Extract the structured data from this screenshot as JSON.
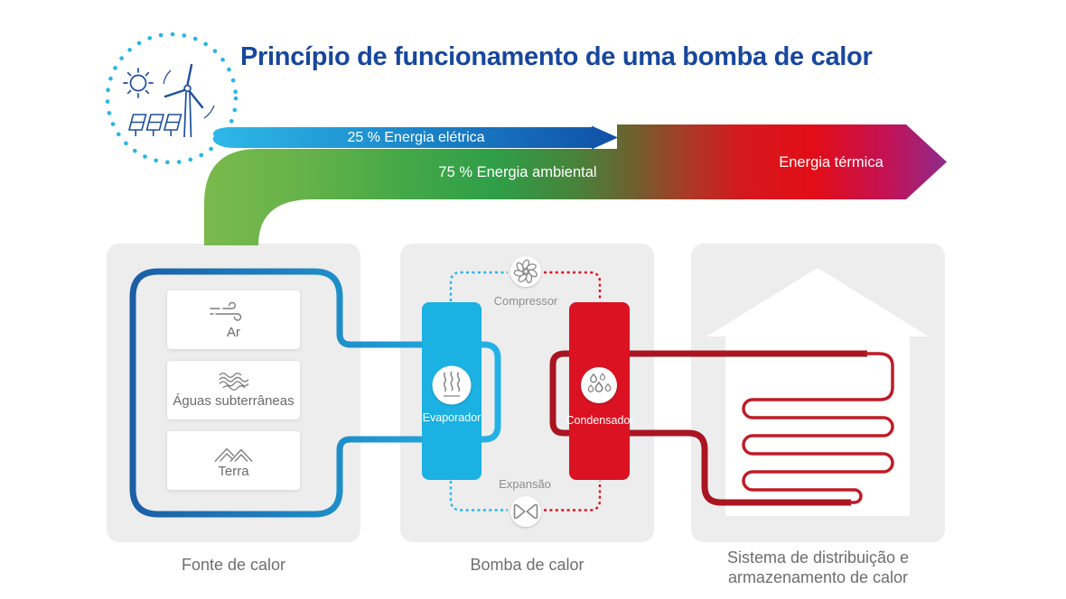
{
  "title": "Princípio de funcionamento de uma bomba de calor",
  "energy_flow": {
    "electric": {
      "label": "25 % Energia elétrica",
      "share_percent": 25,
      "color_start": "#2eb8e8",
      "color_end": "#1050a6"
    },
    "ambient": {
      "label": "75 % Energia ambiental",
      "share_percent": 75,
      "color_start": "#7bba4d",
      "color_end": "#8e2b8c"
    },
    "thermal": {
      "label": "Energia térmica"
    }
  },
  "panels": {
    "source": {
      "caption": "Fonte de calor",
      "cards": [
        {
          "icon": "wind-icon",
          "label": "Ar"
        },
        {
          "icon": "waves-icon",
          "label": "Águas subterrâneas"
        },
        {
          "icon": "mountain-icon",
          "label": "Terra"
        }
      ]
    },
    "pump": {
      "caption": "Bomba de calor",
      "compressor_label": "Compressor",
      "evaporator_label": "Evaporador",
      "condenser_label": "Condensador",
      "expansion_label": "Expansão"
    },
    "distribution": {
      "caption_line1": "Sistema de distribuição e",
      "caption_line2": "armazenamento de calor"
    }
  },
  "icons": [
    "renewable-energy-icon",
    "sun-icon",
    "wind-turbine-icon",
    "solar-panel-icon",
    "fan-icon",
    "heat-icon",
    "droplets-icon",
    "valve-icon",
    "wind-icon",
    "waves-icon",
    "mountain-icon",
    "house-icon"
  ],
  "colors": {
    "title_text": "#17479d",
    "panel_bg": "#ededed",
    "evaporator_fill": "#1bb1e2",
    "condenser_fill": "#da1222",
    "cold_pipe_start": "#1c5fa6",
    "cold_pipe_end": "#25b4e7",
    "hot_pipe": "#a91521",
    "coil_red": "#bf1c26",
    "caption_text": "#6e6e6e",
    "dotted_circle": "#2ab5e6",
    "icon_stroke": "#1d4f9b"
  }
}
